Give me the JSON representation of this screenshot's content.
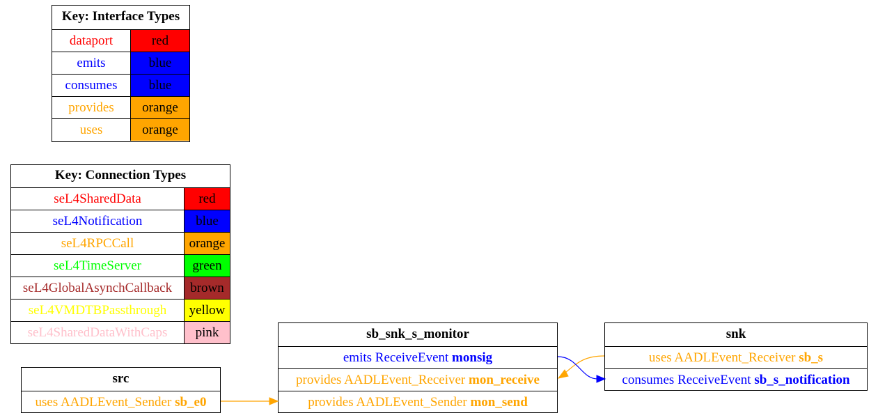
{
  "interface_key": {
    "title": "Key: Interface Types",
    "rows": [
      {
        "name": "dataport",
        "color_name": "red",
        "color": "#ff0000",
        "text_color": "#ff0000"
      },
      {
        "name": "emits",
        "color_name": "blue",
        "color": "#0000ff",
        "text_color": "#0000ff"
      },
      {
        "name": "consumes",
        "color_name": "blue",
        "color": "#0000ff",
        "text_color": "#0000ff"
      },
      {
        "name": "provides",
        "color_name": "orange",
        "color": "#ffa500",
        "text_color": "#ffa500"
      },
      {
        "name": "uses",
        "color_name": "orange",
        "color": "#ffa500",
        "text_color": "#ffa500"
      }
    ]
  },
  "connection_key": {
    "title": "Key: Connection Types",
    "rows": [
      {
        "name": "seL4SharedData",
        "color_name": "red",
        "color": "#ff0000",
        "text_color": "#ff0000"
      },
      {
        "name": "seL4Notification",
        "color_name": "blue",
        "color": "#0000ff",
        "text_color": "#0000ff"
      },
      {
        "name": "seL4RPCCall",
        "color_name": "orange",
        "color": "#ffa500",
        "text_color": "#ffa500"
      },
      {
        "name": "seL4TimeServer",
        "color_name": "green",
        "color": "#00ff00",
        "text_color": "#00ff00"
      },
      {
        "name": "seL4GlobalAsynchCallback",
        "color_name": "brown",
        "color": "#a52a2a",
        "text_color": "#a52a2a"
      },
      {
        "name": "seL4VMDTBPassthrough",
        "color_name": "yellow",
        "color": "#ffff00",
        "text_color": "#ffff00"
      },
      {
        "name": "seL4SharedDataWithCaps",
        "color_name": "pink",
        "color": "#ffc0cb",
        "text_color": "#ffc0cb"
      }
    ]
  },
  "components": {
    "src": {
      "title": "src",
      "ports": [
        {
          "kind": "uses",
          "type": "AADLEvent_Sender",
          "name": "sb_e0",
          "color": "#ffa500"
        }
      ]
    },
    "monitor": {
      "title": "sb_snk_s_monitor",
      "ports": [
        {
          "kind": "emits",
          "type": "ReceiveEvent",
          "name": "monsig",
          "color": "#0000ff"
        },
        {
          "kind": "provides",
          "type": "AADLEvent_Receiver",
          "name": "mon_receive",
          "color": "#ffa500"
        },
        {
          "kind": "provides",
          "type": "AADLEvent_Sender",
          "name": "mon_send",
          "color": "#ffa500"
        }
      ]
    },
    "snk": {
      "title": "snk",
      "ports": [
        {
          "kind": "uses",
          "type": "AADLEvent_Receiver",
          "name": "sb_s",
          "color": "#ffa500"
        },
        {
          "kind": "consumes",
          "type": "ReceiveEvent",
          "name": "sb_s_notification",
          "color": "#0000ff"
        }
      ]
    }
  },
  "connections": [
    {
      "from": "src.sb_e0",
      "to": "sb_snk_s_monitor.mon_send",
      "color": "#ffa500"
    },
    {
      "from": "snk.sb_s",
      "to": "sb_snk_s_monitor.mon_receive",
      "color": "#ffa500"
    },
    {
      "from": "sb_snk_s_monitor.monsig",
      "to": "snk.sb_s_notification",
      "color": "#0000ff"
    }
  ]
}
